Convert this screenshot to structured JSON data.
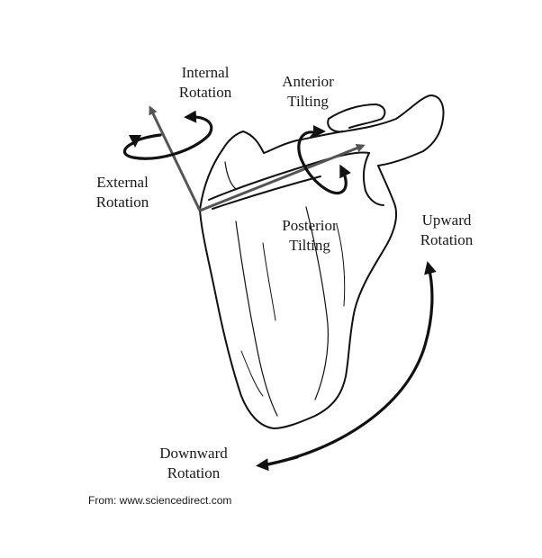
{
  "labels": {
    "internal_rotation": [
      "Internal",
      "Rotation"
    ],
    "anterior_tilting": [
      "Anterior",
      "Tilting"
    ],
    "external_rotation": [
      "External",
      "Rotation"
    ],
    "posterior_tilting": [
      "Posterior",
      "Tilting"
    ],
    "upward_rotation": [
      "Upward",
      "Rotation"
    ],
    "downward_rotation": [
      "Downward",
      "Rotation"
    ]
  },
  "credit": "From: www.sciencedirect.com",
  "colors": {
    "outline": "#111111",
    "axis": "#555555",
    "background": "#ffffff"
  },
  "icons": {
    "bone": "scapula-illustration",
    "rotation": "curved-arrow-icon"
  }
}
